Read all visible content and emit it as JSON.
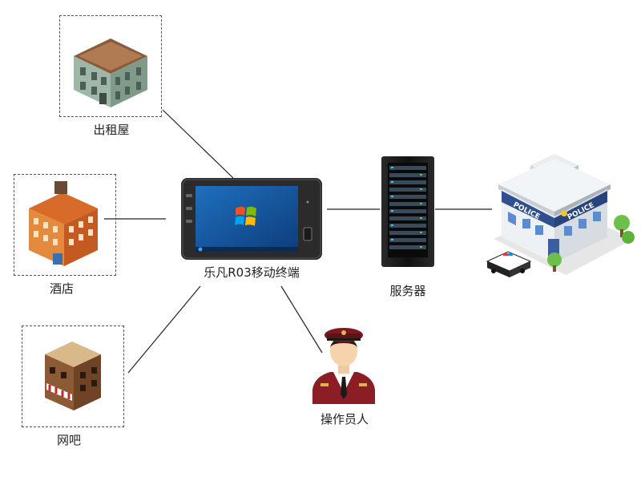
{
  "nodes": {
    "rental_house": {
      "label": "出租屋"
    },
    "hotel": {
      "label": "酒店"
    },
    "internet_cafe": {
      "label": "网吧"
    },
    "terminal": {
      "label": "乐凡R03移动终端"
    },
    "server": {
      "label": "服务器"
    },
    "operator": {
      "label": "操作员人"
    },
    "police_station": {
      "badge_left": "POLICE",
      "badge_right": "POLICE"
    }
  },
  "colors": {
    "line": "#222222",
    "frame": "#555555",
    "police_blue": "#2f4f8f",
    "uniform_red": "#8b1e24"
  }
}
